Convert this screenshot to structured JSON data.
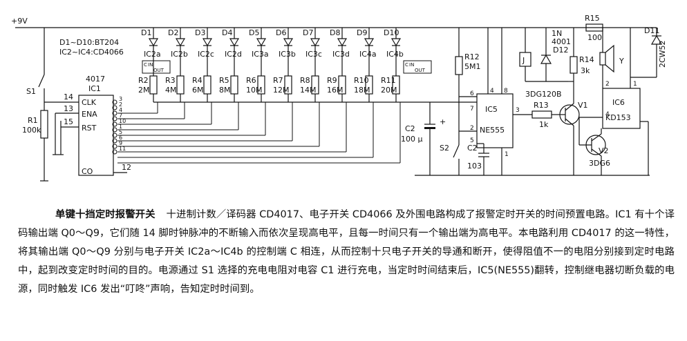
{
  "diagram": {
    "supply": "+9V",
    "spec_line1": "D1~D10:BT204",
    "spec_line2": "IC2~IC4:CD4066",
    "ic1": {
      "part": "4017",
      "ref": "IC1",
      "pin_clk": "CLK",
      "pin_ena": "ENA",
      "pin_rst": "RST",
      "pin_co": "CO",
      "n14": "14",
      "n13": "13",
      "n15": "15",
      "n12": "12"
    },
    "s1": "S1",
    "r1": {
      "ref": "R1",
      "value": "100k"
    },
    "q_pins": [
      "3",
      "2",
      "4",
      "7",
      "10",
      "1",
      "5",
      "6",
      "9",
      "11"
    ],
    "diodes": [
      "D1",
      "D2",
      "D3",
      "D4",
      "D5",
      "D6",
      "D7",
      "D8",
      "D9",
      "D10"
    ],
    "switches": [
      "IC2a",
      "IC2b",
      "IC2c",
      "IC2d",
      "IC3a",
      "IC3b",
      "IC3c",
      "IC3d",
      "IC4a",
      "IC4b"
    ],
    "sw_in": "IN",
    "sw_out": "OUT",
    "sw_c": "C",
    "res_refs": [
      "R2",
      "R3",
      "R4",
      "R5",
      "R6",
      "R7",
      "R8",
      "R9",
      "R10",
      "R11"
    ],
    "res_vals": [
      "2M",
      "4M",
      "6M",
      "8M",
      "10M",
      "12M",
      "14M",
      "16M",
      "18M",
      "20M"
    ],
    "r12": {
      "ref": "R12",
      "value": "5M1"
    },
    "c2": {
      "ref": "C2",
      "value": "100 μ",
      "plus": "+"
    },
    "s2": "S2",
    "c2b": {
      "ref": "C2",
      "value": "103"
    },
    "ic5": {
      "ref": "IC5",
      "part": "NE555",
      "pins": [
        "4",
        "8",
        "6",
        "7",
        "2",
        "3",
        "5",
        "1"
      ]
    },
    "relay": "J",
    "d12": {
      "l1": "1N",
      "l2": "4001",
      "ref": "D12"
    },
    "r13": {
      "ref": "R13",
      "value": "1k"
    },
    "r14": {
      "ref": "R14",
      "value": "3k"
    },
    "r15": {
      "ref": "R15",
      "value": "100"
    },
    "v1": {
      "part": "3DG120B",
      "ref": "V1"
    },
    "v2": {
      "ref": "V2",
      "part": "3DG6"
    },
    "ic6": {
      "ref": "IC6",
      "part": "KD153",
      "pins": [
        "2",
        "4",
        "1"
      ]
    },
    "speaker": "Y",
    "d11": {
      "ref": "D11",
      "part": "2CW52"
    }
  },
  "caption": {
    "title": "单键十挡定时报警开关",
    "body": "十进制计数／译码器 CD4017、电子开关 CD4066 及外围电路构成了报警定时开关的时间预置电路。IC1 有十个译码输出端 Q0～Q9，它们随 14 脚时钟脉冲的不断输入而依次呈现高电平，且每一时间只有一个输出端为高电平。本电路利用 CD4017 的这一特性，将其输出端 Q0～Q9 分别与电子开关 IC2a～IC4b 的控制端 C 相连，从而控制十只电子开关的导通和断开，使得阻值不一的电阻分别接到定时电路中，起到改变定时时间的目的。电源通过 S1 选择的充电电阻对电容 C1 进行充电，当定时时间结束后，IC5(NE555)翻转，控制继电器切断负载的电源，同时触发 IC6 发出“叮咚”声响，告知定时时间到。"
  }
}
